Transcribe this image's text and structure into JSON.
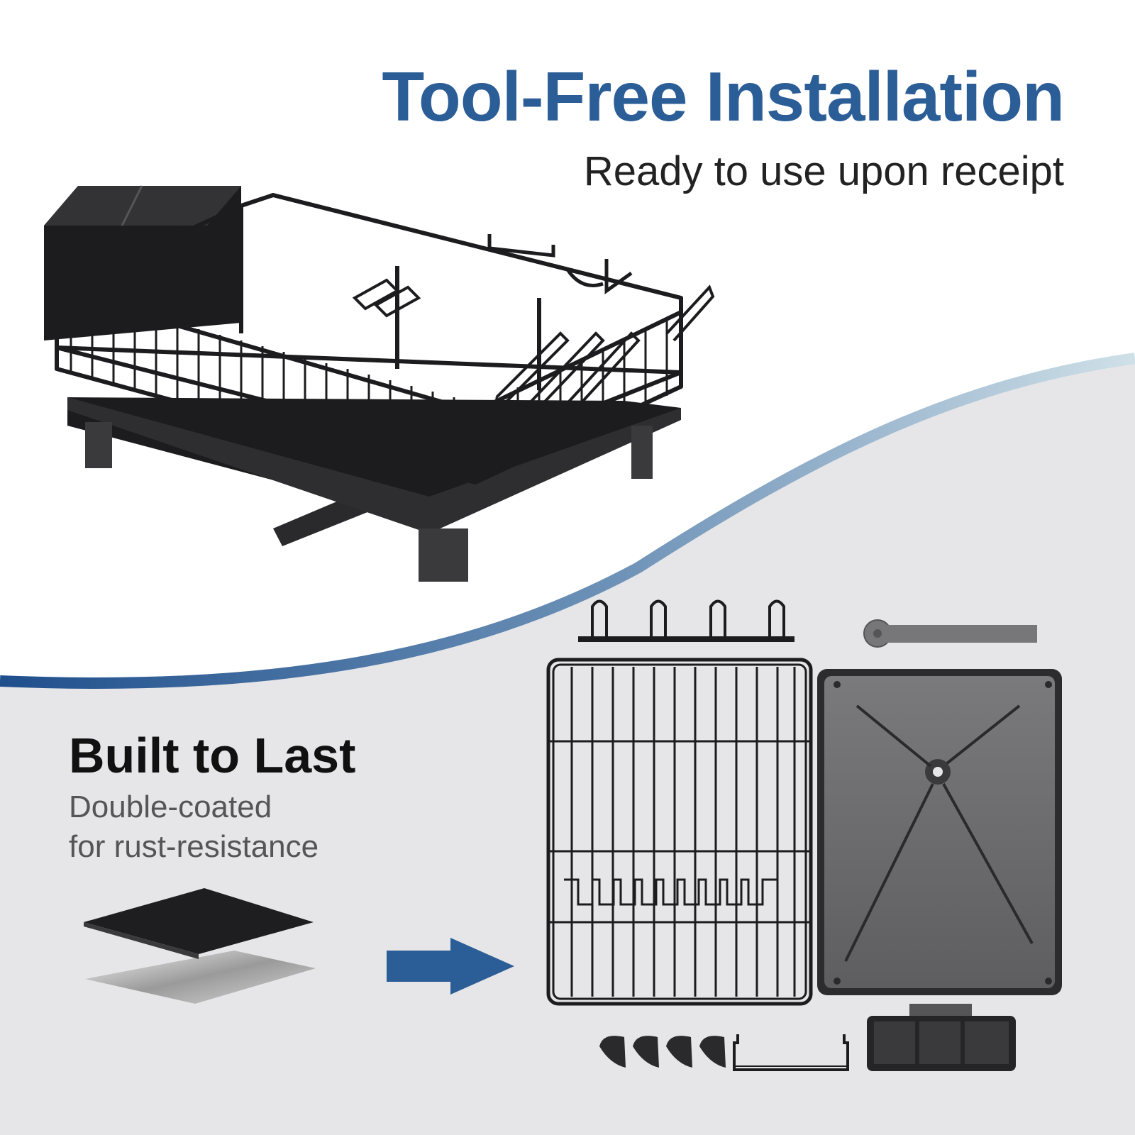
{
  "hero": {
    "title": "Tool-Free Installation",
    "subtitle": "Ready to use upon receipt"
  },
  "feature": {
    "title": "Built to Last",
    "line1": "Double-coated",
    "line2": "for rust-resistance"
  },
  "colors": {
    "accent_blue": "#2b5d96",
    "background_gray": "#e6e6e8",
    "product_black": "#1c1c1e"
  }
}
